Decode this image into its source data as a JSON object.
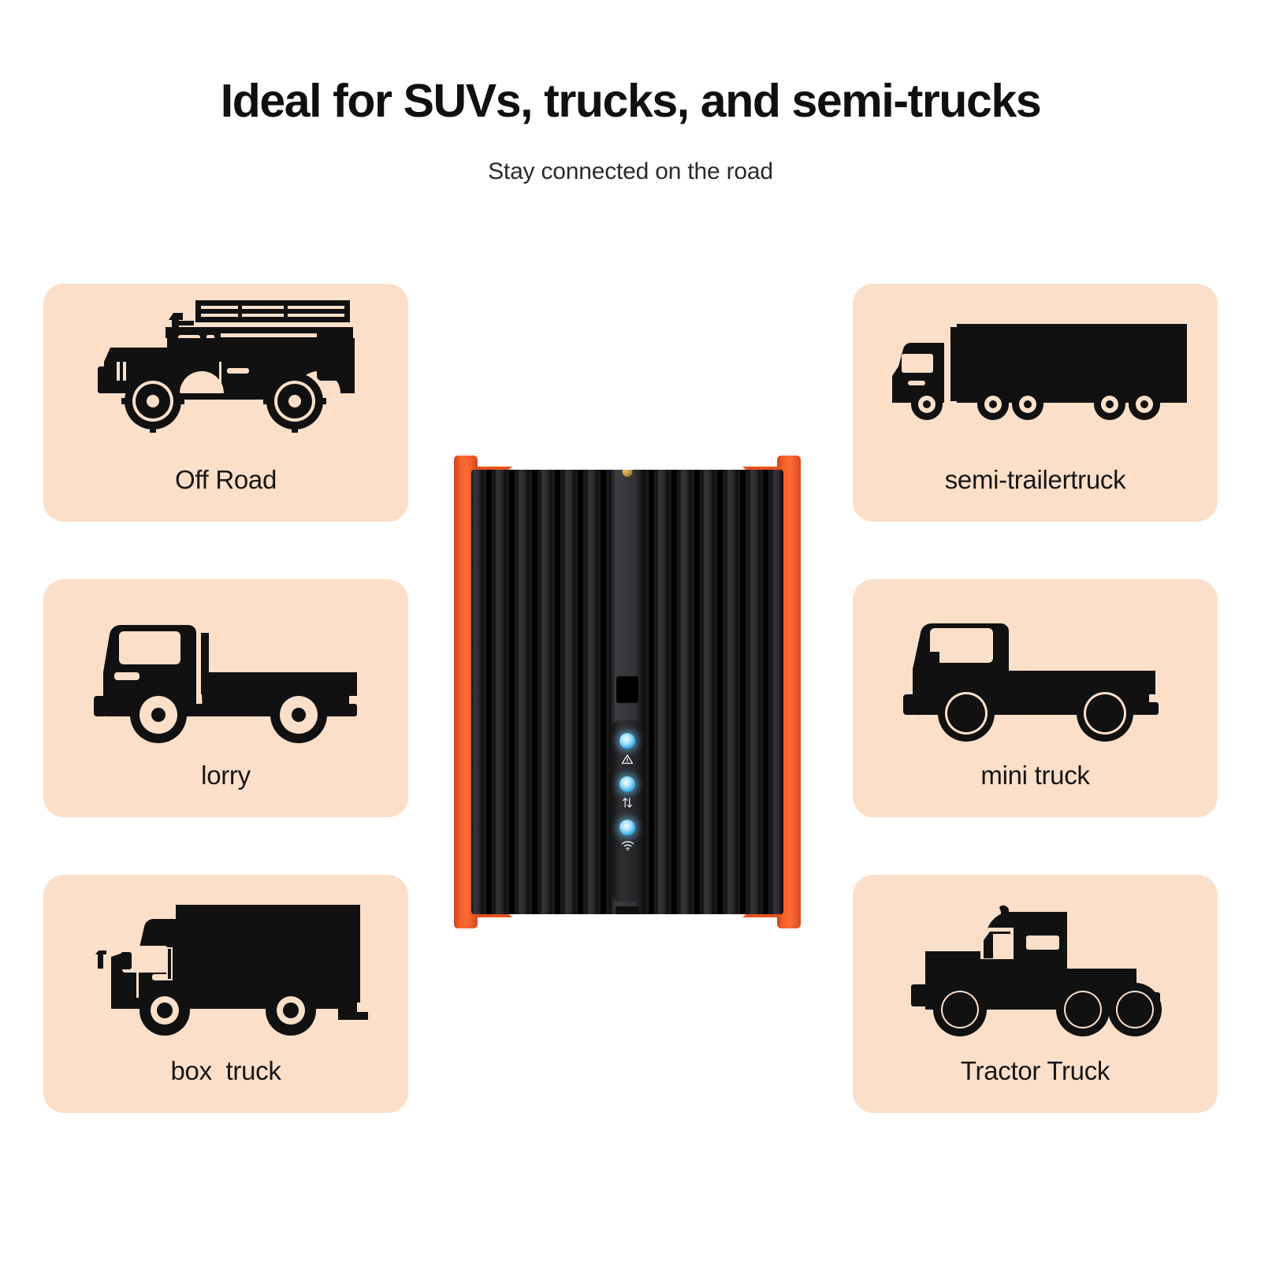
{
  "header": {
    "title": "Ideal for SUVs, trucks, and semi-trucks",
    "subtitle": "Stay connected on the road"
  },
  "theme": {
    "page_background": "#ffffff",
    "card_background": "#FBDFC9",
    "silhouette_color": "#111111",
    "device_accent_orange": "#F4602B",
    "device_body_black": "#1a1a1b",
    "led_blue": "#6EC8F8",
    "title_color": "#12100f"
  },
  "cards": {
    "left": [
      {
        "id": "off-road",
        "label": "Off Road",
        "icon": "suv-offroad-icon"
      },
      {
        "id": "lorry",
        "label": "lorry",
        "icon": "flatbed-lorry-icon"
      },
      {
        "id": "box-truck",
        "label": "box  truck",
        "icon": "box-truck-icon"
      }
    ],
    "right": [
      {
        "id": "semi-trailer",
        "label": "semi-trailertruck",
        "icon": "semi-trailer-truck-icon"
      },
      {
        "id": "mini-truck",
        "label": "mini truck",
        "icon": "mini-truck-icon"
      },
      {
        "id": "tractor-truck",
        "label": "Tractor Truck",
        "icon": "tractor-truck-icon"
      }
    ]
  },
  "device": {
    "name": "ruggedized-cellular-router",
    "indicators": [
      {
        "id": "alert",
        "icon": "warning-triangle-icon",
        "state": "on"
      },
      {
        "id": "data",
        "icon": "data-transfer-icon",
        "state": "on"
      },
      {
        "id": "wifi",
        "icon": "wifi-signal-icon",
        "state": "on"
      }
    ]
  }
}
